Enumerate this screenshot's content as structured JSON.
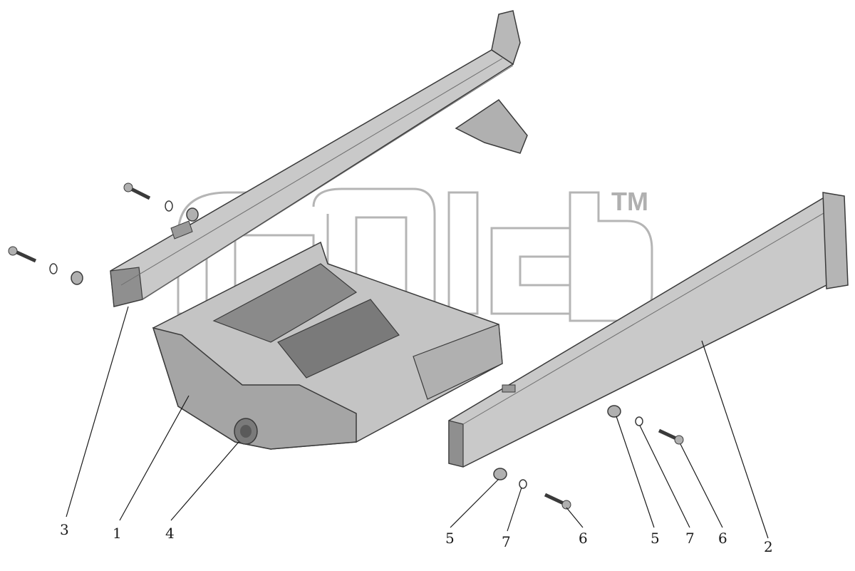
{
  "drawing": {
    "callouts": [
      "3",
      "1",
      "4",
      "5",
      "7",
      "6",
      "5",
      "7",
      "6",
      "2"
    ]
  },
  "watermark": {
    "trademark": "TM"
  },
  "colors": {
    "part_fill": "#c9c9c9",
    "part_dark": "#9a9a9a",
    "part_shadow": "#6e6e6e",
    "outline": "#3a3a3a",
    "leader": "#1a1a1a",
    "watermark": "#b5b5b5"
  }
}
